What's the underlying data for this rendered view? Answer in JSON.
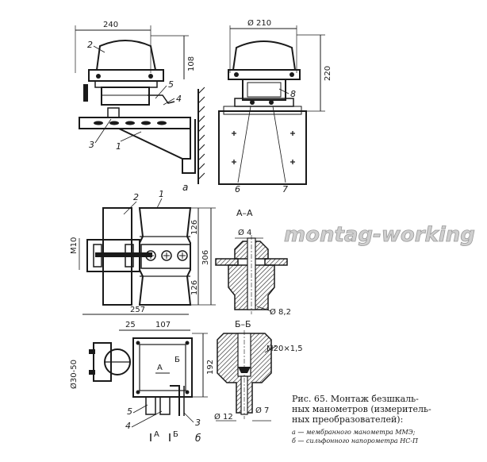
{
  "figure": {
    "caption_lines": [
      "Рис. 65. Монтаж безшкаль-",
      "ных манометров (измеритель-",
      "ных преобразователей):",
      "а — мембранного манометра ММЭ;",
      "б — сильфонного напорометра НС-П"
    ],
    "watermark": "montag-working"
  },
  "view_a": {
    "panel_letter": "а",
    "dim_width": "240",
    "dim_height": "108",
    "dim_diameter": "Ø 210",
    "dim_total": "220",
    "callouts": [
      "1",
      "2",
      "3",
      "4",
      "5",
      "6",
      "7",
      "8"
    ]
  },
  "view_b": {
    "panel_letter": "б",
    "dim_m10": "M10",
    "dim_126_top": "126",
    "dim_306": "306",
    "dim_126_bottom": "126",
    "dim_257": "257",
    "dim_25": "25",
    "dim_107": "107",
    "dim_192": "192",
    "dim_pipe": "Ø30-50",
    "callouts_top": [
      "2",
      "1"
    ],
    "callouts_bottom": [
      "5",
      "4",
      "3"
    ],
    "section_a_mark": "А",
    "section_b_mark": "Б"
  },
  "section_aa": {
    "title": "А–А",
    "dim_top": "Ø 4",
    "dim_bottom": "Ø 8,2"
  },
  "section_bb": {
    "title": "Б–Б",
    "dim_thread": "M20×1,5",
    "dim_left": "Ø 12",
    "dim_right": "Ø 7"
  }
}
